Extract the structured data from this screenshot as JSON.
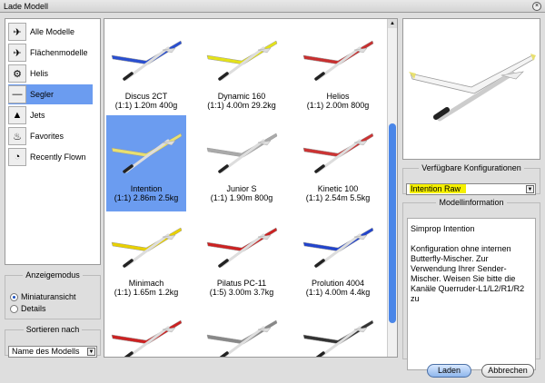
{
  "window": {
    "title": "Lade Modell"
  },
  "categories": [
    {
      "label": "Alle Modelle",
      "icon": "all-models-icon",
      "glyph": "✈"
    },
    {
      "label": "Flächenmodelle",
      "icon": "airplane-icon",
      "glyph": "✈"
    },
    {
      "label": "Helis",
      "icon": "helicopter-icon",
      "glyph": "⚙"
    },
    {
      "label": "Segler",
      "icon": "glider-icon",
      "glyph": "—",
      "selected": true
    },
    {
      "label": "Jets",
      "icon": "jet-icon",
      "glyph": "▲"
    },
    {
      "label": "Favorites",
      "icon": "flame-icon",
      "glyph": "♨"
    },
    {
      "label": "Recently Flown",
      "icon": "gauge-icon",
      "glyph": "◔"
    }
  ],
  "display_mode": {
    "legend": "Anzeigemodus",
    "options": [
      {
        "label": "Miniaturansicht",
        "checked": true
      },
      {
        "label": "Details",
        "checked": false
      }
    ]
  },
  "sort": {
    "legend": "Sortieren nach",
    "value": "Name des Modells"
  },
  "models": [
    {
      "name": "Discus 2CT",
      "spec": "(1:1) 1.20m 400g",
      "color": "#2a4fd0"
    },
    {
      "name": "Dynamic 160",
      "spec": "(1:1) 4.00m 29.2kg",
      "color": "#e4e21a"
    },
    {
      "name": "Helios",
      "spec": "(1:1) 2.00m 800g",
      "color": "#c83030"
    },
    {
      "name": "Intention",
      "spec": "(1:1) 2.86m 2.5kg",
      "color": "#e8e070",
      "selected": true
    },
    {
      "name": "Junior S",
      "spec": "(1:1) 1.90m 800g",
      "color": "#aaaaaa"
    },
    {
      "name": "Kinetic 100",
      "spec": "(1:1) 2.54m 5.5kg",
      "color": "#cc3333"
    },
    {
      "name": "Minimach",
      "spec": "(1:1) 1.65m 1.2kg",
      "color": "#e8d000"
    },
    {
      "name": "Pilatus PC-11",
      "spec": "(1:5) 3.00m 3.7kg",
      "color": "#cc2222"
    },
    {
      "name": "Prolution 4004",
      "spec": "(1:1) 4.00m 4.4kg",
      "color": "#2244cc"
    },
    {
      "name": "",
      "spec": "",
      "color": "#cc2222"
    },
    {
      "name": "",
      "spec": "",
      "color": "#888888"
    },
    {
      "name": "",
      "spec": "",
      "color": "#333333"
    }
  ],
  "config": {
    "legend": "Verfügbare Konfigurationen",
    "value": "Intention Raw",
    "highlight": "#f5f000"
  },
  "info": {
    "legend": "Modellinformation",
    "title": "Simprop Intention",
    "text": "Konfiguration ohne internen Butterfly-Mischer. Zur Verwendung Ihrer Sender-Mischer. Weisen Sie bitte die Kanäle Querruder-L1/L2/R1/R2 zu"
  },
  "buttons": {
    "load": "Laden",
    "cancel": "Abbrechen"
  }
}
